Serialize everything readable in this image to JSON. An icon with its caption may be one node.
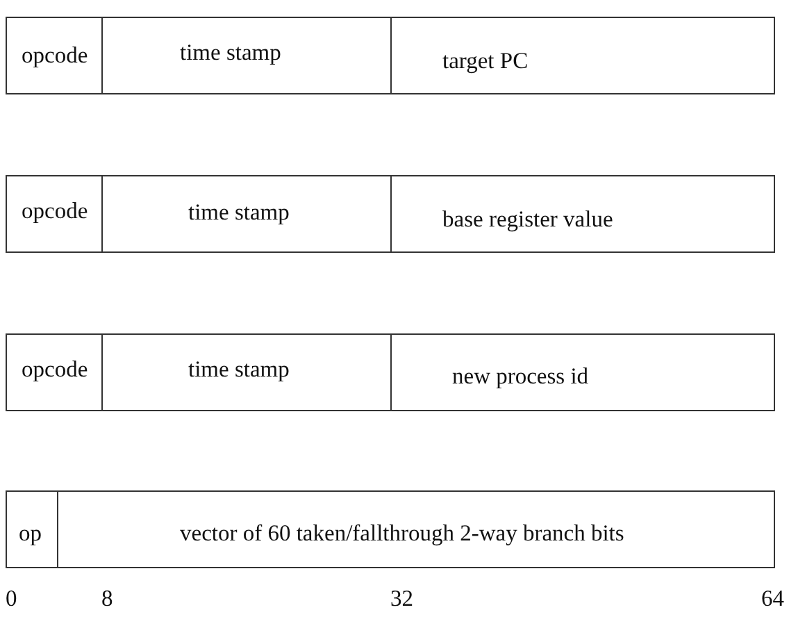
{
  "diagram": {
    "nodes": [
      {
        "text": [
          "opcode"
        ]
      },
      {
        "text": [
          "time stamp"
        ]
      },
      {
        "text": [
          "target PC"
        ]
      },
      {
        "text": [
          "opcode"
        ]
      },
      {
        "text": [
          "time stamp"
        ]
      },
      {
        "text": [
          "base register value"
        ]
      },
      {
        "text": [
          "opcode"
        ]
      },
      {
        "text": [
          "time stamp"
        ]
      },
      {
        "text": [
          "new process id"
        ]
      },
      {
        "text": [
          "op"
        ]
      },
      {
        "text": [
          "vector of 60 taken/fallthrough 2-way branch bits"
        ]
      }
    ],
    "labels": [
      "0",
      "8",
      "32",
      "64"
    ]
  }
}
